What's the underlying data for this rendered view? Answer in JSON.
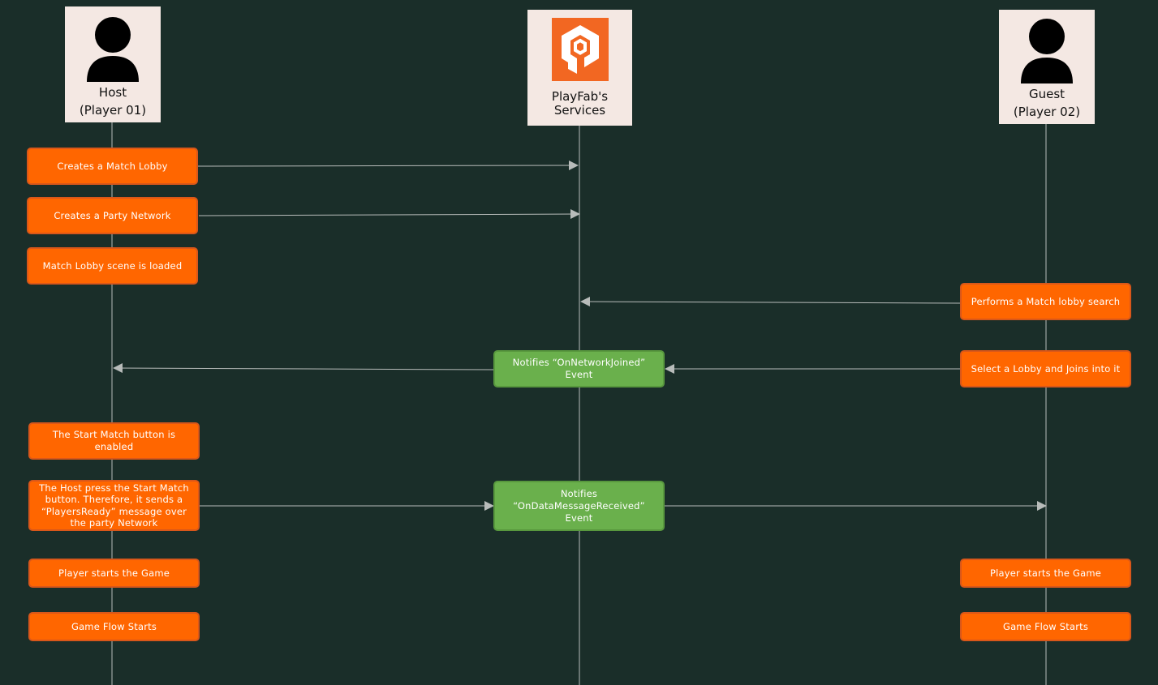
{
  "colors": {
    "background": "#1a2e29",
    "orange": "#ff6600",
    "green": "#6ab04c",
    "actor_bg": "#f4e8e3",
    "playfab": "#f26722",
    "line": "#b8bcba"
  },
  "actors": {
    "host": {
      "name": "Host\n(Player 01)",
      "icon": "person-icon"
    },
    "playfab": {
      "name": "PlayFab's\nServices",
      "icon": "playfab-logo"
    },
    "guest": {
      "name": "Guest\n(Player 02)",
      "icon": "person-icon"
    }
  },
  "steps": {
    "create_lobby": "Creates a Match Lobby",
    "create_network": "Creates a Party Network",
    "lobby_loaded": "Match Lobby scene is loaded",
    "lobby_search": "Performs a Match lobby search",
    "select_lobby": "Select a Lobby and Joins into it",
    "notify_joined": "Notifies “OnNetworkJoined”\nEvent",
    "start_enabled": "The Start Match button is\nenabled",
    "host_press": "The Host press the Start Match\nbutton. Therefore, it sends a\n“PlayersReady” message over\nthe party Network",
    "notify_message": "Notifies\n“OnDataMessageReceived”\nEvent",
    "host_starts_game": "Player starts the Game",
    "guest_starts_game": "Player starts the Game",
    "host_flow": "Game Flow Starts",
    "guest_flow": "Game Flow Starts"
  }
}
